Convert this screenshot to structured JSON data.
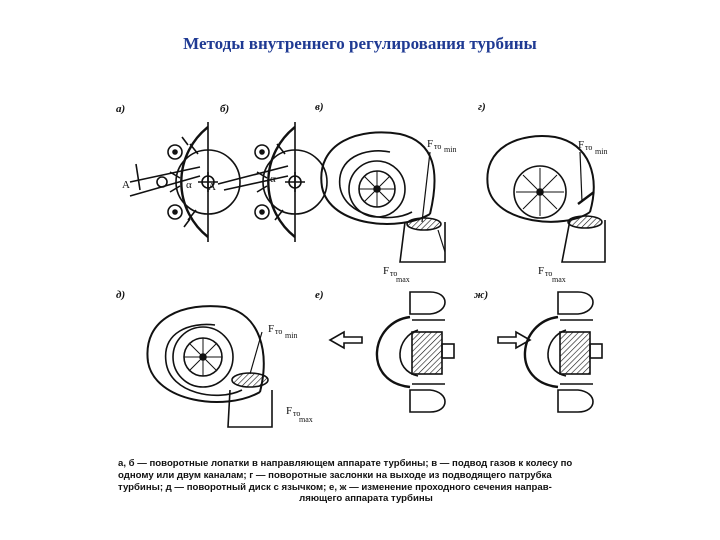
{
  "title": "Методы внутреннего регулирования турбины",
  "panels": {
    "a": "а)",
    "b": "б)",
    "v": "в)",
    "g": "г)",
    "d": "д)",
    "e": "е)",
    "zh": "ж)"
  },
  "symbols": {
    "A": "A",
    "alpha": "α",
    "F": "F",
    "to": "то",
    "min": "min",
    "max": "max"
  },
  "caption": {
    "line1": "а, б — поворотные лопатки в направляющем аппарате турбины; в — подвод газов к колесу по",
    "line2": "одному или двум каналам; г — поворотные заслонки на выходе из подводящего патрубка",
    "line3": "турбины; д — поворотный диск с язычком; е, ж — изменение проходного сечения направ-",
    "line4": "ляющего аппарата турбины"
  }
}
